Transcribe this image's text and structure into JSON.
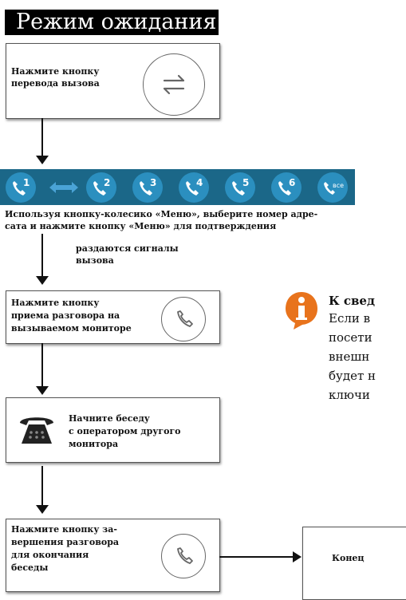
{
  "title": "Режим ожидания",
  "step1": {
    "line1": "Нажмите кнопку",
    "line2": "перевода вызова",
    "icon": "transfer-arrows-icon"
  },
  "keypad": {
    "buttons": [
      "1",
      "2",
      "3",
      "4",
      "5",
      "6",
      "все"
    ],
    "icon": "handset-icon",
    "colors": {
      "strip": "#1b6788",
      "button": "#2b8fbf",
      "arrow": "#4aa3d6"
    }
  },
  "instruction": {
    "line1": "Используя кнопку-колесико «Меню», выберите номер адре-",
    "line2": "сата и нажмите кнопку «Меню» для подтверждения"
  },
  "ring_note": {
    "line1": "раздаются  сигналы",
    "line2": "вызова"
  },
  "step2": {
    "line1": "Нажмите кнопку",
    "line2": "приема разговора на",
    "line3": "вызываемом мониторе",
    "icon": "phone-icon"
  },
  "step3": {
    "line1": "Начните беседу",
    "line2": "с оператором другого",
    "line3": "монитора",
    "icon": "desk-telephone-icon"
  },
  "step4": {
    "line1": "Нажмите кнопку за-",
    "line2": "вершения разговора",
    "line3": "для окончания",
    "line4": "беседы",
    "icon": "phone-icon"
  },
  "end": {
    "label": "Конец"
  },
  "info": {
    "icon": "info-icon",
    "accent": "#e8731c",
    "heading": "К свед",
    "lines": [
      "Если в",
      "посети",
      "внешн",
      "будет н",
      "ключи"
    ]
  }
}
